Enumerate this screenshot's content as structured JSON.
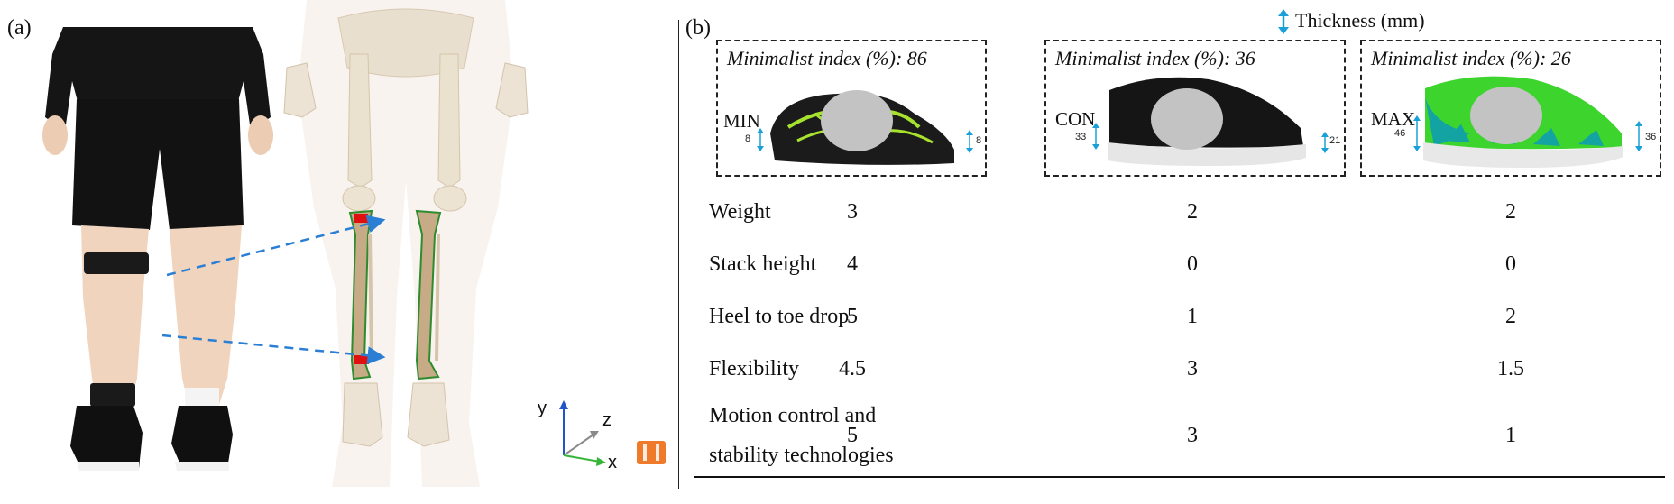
{
  "panel_a": {
    "label": "(a)",
    "axes": {
      "y": "y",
      "z": "z",
      "x": "x"
    }
  },
  "panel_b": {
    "label": "(b)",
    "legend": "Thickness (mm)",
    "shoes": [
      {
        "index_text": "Minimalist index (%): 86",
        "tag": "MIN",
        "heel_thickness": "8",
        "toe_thickness": "8",
        "upper_color": "#1a1a1a",
        "accent_color": "#a6e22e",
        "sole_color": "#1a1a1a"
      },
      {
        "index_text": "Minimalist index (%): 36",
        "tag": "CON",
        "heel_thickness": "33",
        "toe_thickness": "21",
        "upper_color": "#151515",
        "accent_color": "#333333",
        "sole_color": "#e6e6e6"
      },
      {
        "index_text": "Minimalist index (%): 26",
        "tag": "MAX",
        "heel_thickness": "46",
        "toe_thickness": "36",
        "upper_color": "#39d629",
        "accent_color": "#14a3a3",
        "sole_color": "#e8e8e8"
      }
    ],
    "table": {
      "rows": [
        {
          "label": "Weight",
          "values": [
            "3",
            "2",
            "2"
          ]
        },
        {
          "label": "Stack height",
          "values": [
            "4",
            "0",
            "0"
          ]
        },
        {
          "label": "Heel to toe drop",
          "values": [
            "5",
            "1",
            "2"
          ]
        },
        {
          "label": "Flexibility",
          "values": [
            "4.5",
            "3",
            "1.5"
          ]
        },
        {
          "label_lines": [
            "Motion control and",
            "stability technologies"
          ],
          "values": [
            "5",
            "3",
            "1"
          ]
        }
      ]
    }
  },
  "colors": {
    "skin": "#f3dcc7",
    "shorts": "#141414",
    "bone": "#e9dcc6",
    "tibia_fill": "#c9ae8a",
    "tibia_outline": "#2e8b2e",
    "sensor": "#e01010",
    "arrow_blue": "#2a7fd4",
    "axis_green": "#37b53a",
    "imu_orange": "#ee7a2a"
  }
}
